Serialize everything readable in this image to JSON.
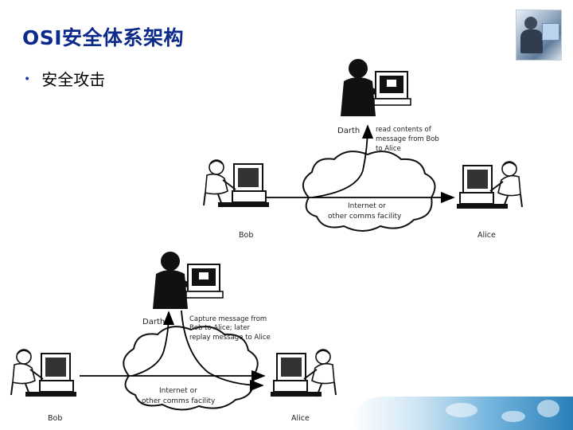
{
  "title": "OSI安全体系架构",
  "bullet": "安全攻击",
  "diagram_top": {
    "attacker": "Darth",
    "annotation": [
      "read contents of",
      "message from Bob",
      "to Alice"
    ],
    "network": [
      "Internet or",
      "other comms facility"
    ],
    "sender": "Bob",
    "receiver": "Alice"
  },
  "diagram_bottom": {
    "attacker": "Darth",
    "annotation": [
      "Capture message from",
      "Bob to Alice; later",
      "replay message to Alice"
    ],
    "network": [
      "Internet or",
      "other comms facility"
    ],
    "sender": "Bob",
    "receiver": "Alice"
  },
  "icons": {
    "bullet": "bullet-dot",
    "corner": "office-photo",
    "footer": "blue-swirl-decoration"
  },
  "colors": {
    "title": "#0b2a8c",
    "bullet": "#1a3fa0",
    "figure": "#111111",
    "line": "#000000"
  }
}
